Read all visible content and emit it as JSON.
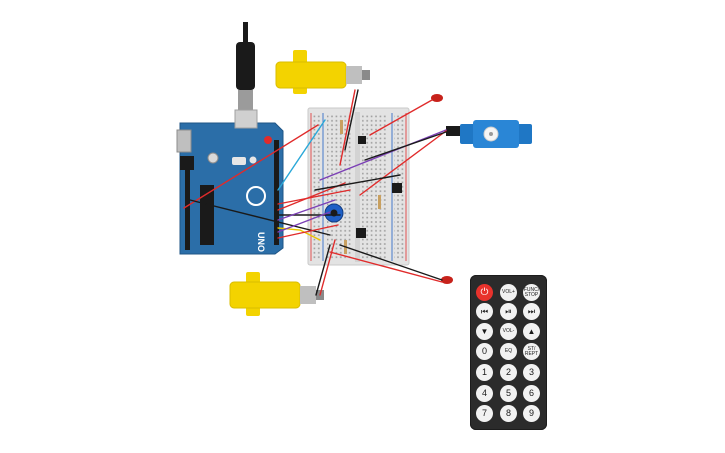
{
  "colors": {
    "arduino_board": "#2b6ea8",
    "breadboard": "#e3e3e3",
    "motor_yellow": "#f3d300",
    "servo_blue": "#1f77c5",
    "wire_red": "#e02b2b",
    "wire_black": "#1a1a1a",
    "wire_purple": "#7b3fb5",
    "wire_cyan": "#2aa8d8",
    "wire_yellow": "#e8c500",
    "led_red": "#c7221b",
    "remote_body": "#2b2b2b",
    "remote_power": "#e8322c"
  },
  "arduino": {
    "logo_text": "UNO"
  },
  "remote": {
    "buttons": [
      {
        "id": "power",
        "label": "⏻",
        "icon": "power-icon"
      },
      {
        "id": "vol_up",
        "label": "VOL+"
      },
      {
        "id": "func_stop",
        "label": "FUNC/ STOP"
      },
      {
        "id": "prev",
        "label": "⏮",
        "icon": "skip-back-icon"
      },
      {
        "id": "play",
        "label": "⏯",
        "icon": "play-pause-icon"
      },
      {
        "id": "next",
        "label": "⏭",
        "icon": "skip-forward-icon"
      },
      {
        "id": "down",
        "label": "▼",
        "icon": "arrow-down-icon"
      },
      {
        "id": "vol_down",
        "label": "VOL-"
      },
      {
        "id": "up",
        "label": "▲",
        "icon": "arrow-up-icon"
      },
      {
        "id": "zero",
        "label": "0"
      },
      {
        "id": "eq",
        "label": "EQ"
      },
      {
        "id": "st_rept",
        "label": "ST/ REPT"
      },
      {
        "id": "one",
        "label": "1"
      },
      {
        "id": "two",
        "label": "2"
      },
      {
        "id": "three",
        "label": "3"
      },
      {
        "id": "four",
        "label": "4"
      },
      {
        "id": "five",
        "label": "5"
      },
      {
        "id": "six",
        "label": "6"
      },
      {
        "id": "seven",
        "label": "7"
      },
      {
        "id": "eight",
        "label": "8"
      },
      {
        "id": "nine",
        "label": "9"
      }
    ]
  }
}
